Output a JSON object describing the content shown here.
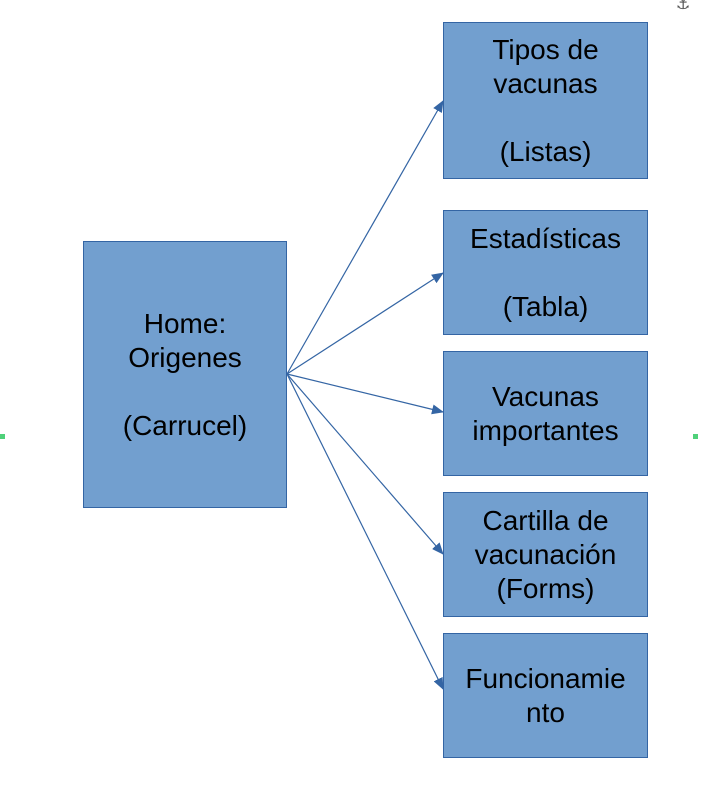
{
  "diagram": {
    "root": {
      "label": "Home:\nOrigenes\n\n(Carrucel)"
    },
    "children": [
      {
        "id": "tipos",
        "label": "Tipos de\nvacunas\n\n(Listas)"
      },
      {
        "id": "estad",
        "label": "Estadísticas\n\n(Tabla)"
      },
      {
        "id": "vacunas",
        "label": "Vacunas\nimportantes"
      },
      {
        "id": "cartilla",
        "label": "Cartilla de\nvacunación\n(Forms)"
      },
      {
        "id": "func",
        "label": "Funcionamie\nnto"
      }
    ],
    "colors": {
      "node_fill": "#729fcf",
      "node_border": "#3465a4",
      "arrow": "#3465a4",
      "selection_marker": "#4fd17a"
    },
    "icons": {
      "anchor": "anchor-icon"
    }
  }
}
